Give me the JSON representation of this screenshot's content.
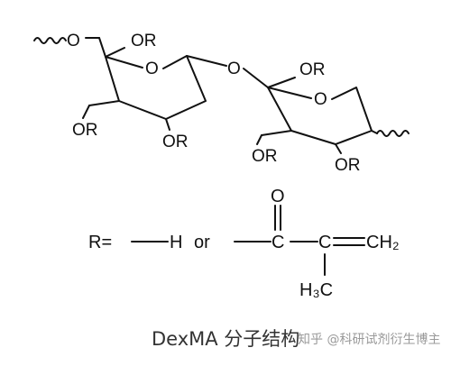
{
  "structure": {
    "sugar_left": {
      "ring_o": "O",
      "ch2_o": "O",
      "or_top": "OR",
      "or_left": "OR",
      "or_bottom": "OR"
    },
    "glycosidic_o": "O",
    "sugar_right": {
      "ring_o": "O",
      "or_top": "OR",
      "or_left": "OR",
      "or_bottom": "OR"
    }
  },
  "r_group": {
    "r_label": "R=",
    "hydrogen": "H",
    "or_word": "or",
    "carbonyl_o": "O",
    "carbon_1": "C",
    "carbon_2": "C",
    "ch2_group": "CH₂",
    "methyl": "H₃C"
  },
  "caption": "DexMA 分子结构",
  "watermark": "知乎 @科研试剂衍生博主"
}
